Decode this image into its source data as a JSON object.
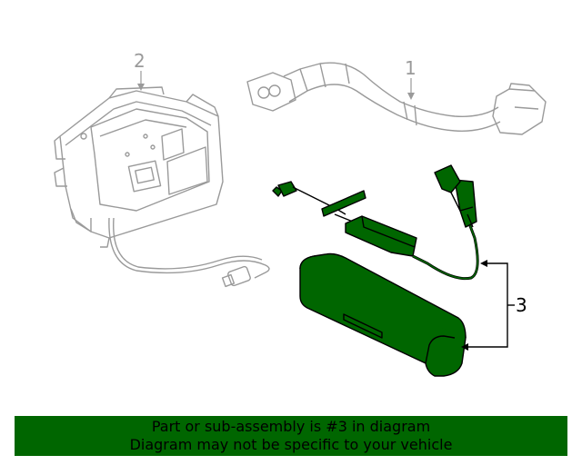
{
  "diagram": {
    "callouts": [
      "1",
      "2",
      "3"
    ],
    "highlight_color": "#006600",
    "ghost_color": "#9a9a9a"
  },
  "banner": {
    "line1": "Part or sub-assembly is #3 in diagram",
    "line2": "Diagram may not be specific to your vehicle",
    "background": "#006600"
  }
}
